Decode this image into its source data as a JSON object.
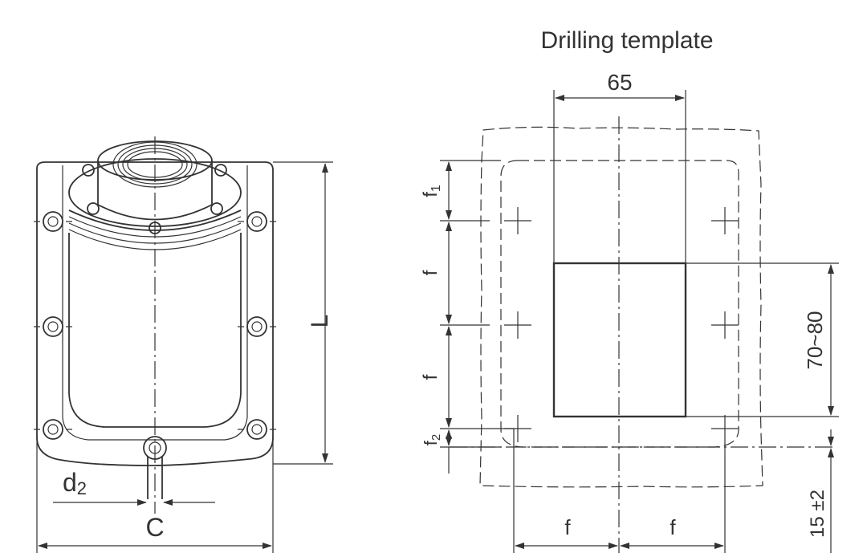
{
  "title": "Drilling template",
  "labels": {
    "length": "L",
    "d2": "d",
    "d2_sub": "2",
    "c": "C",
    "width_65": "65",
    "range_70_80": "70~80",
    "offset_15": "15 ±2",
    "f": "f",
    "f1": "f",
    "f1_sub": "1",
    "f2": "f",
    "f2_sub": "2"
  }
}
